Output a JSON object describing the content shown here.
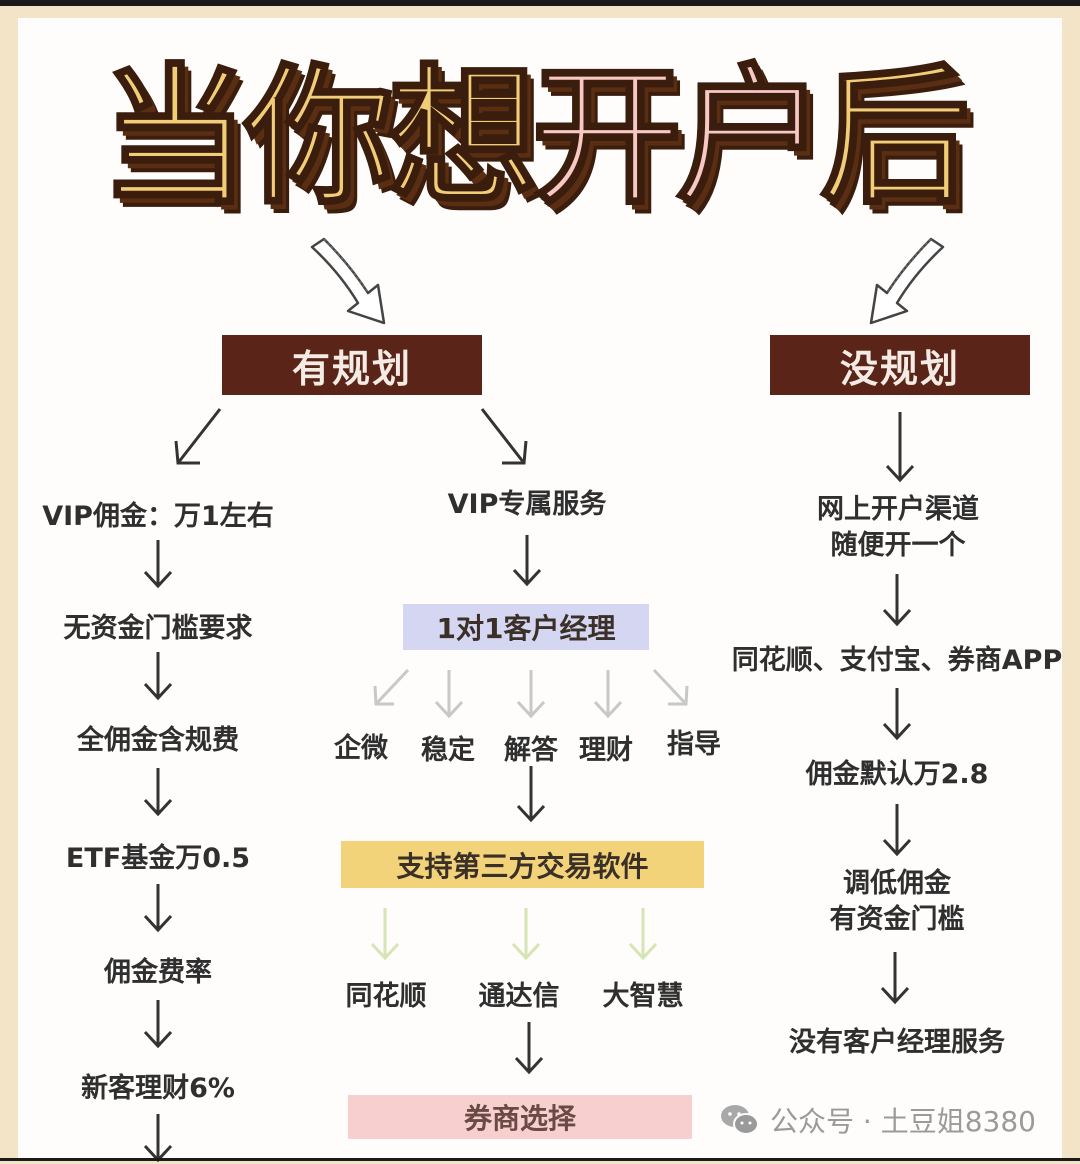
{
  "title": {
    "part1": "当你想",
    "part2": "开户",
    "part3": "后",
    "colors": {
      "yellow": "#f2cd78",
      "pink": "#f7c8c4",
      "outline": "#3a1d0c"
    }
  },
  "branches": {
    "planned": {
      "label": "有规划",
      "left_column": [
        "VIP佣金：万1左右",
        "无资金门槛要求",
        "全佣金含规费",
        "ETF基金万0.5",
        "佣金费率",
        "新客理财6%"
      ],
      "right_column": {
        "head": "VIP专属服务",
        "manager_box": "1对1客户经理",
        "manager_children": [
          "企微",
          "稳定",
          "解答",
          "理财",
          "指导"
        ],
        "software_box": "支持第三方交易软件",
        "software_children": [
          "同花顺",
          "通达信",
          "大智慧"
        ],
        "broker_box": "券商选择"
      }
    },
    "unplanned": {
      "label": "没规划",
      "steps": [
        "网上开户渠道\n随便开一个",
        "同花顺、支付宝、券商APP",
        "佣金默认万2.8",
        "调低佣金\n有资金门槛",
        "没有客户经理服务"
      ],
      "step1_line1": "网上开户渠道",
      "step1_line2": "随便开一个",
      "step4_line1": "调低佣金",
      "step4_line2": "有资金门槛"
    }
  },
  "box_colors": {
    "dark": "#5a2418",
    "manager": "#d4d6f2",
    "software": "#f2d37a",
    "broker": "#f7cfcf"
  },
  "watermark": {
    "icon": "wechat-icon",
    "text": "公众号 · 土豆姐8380"
  }
}
